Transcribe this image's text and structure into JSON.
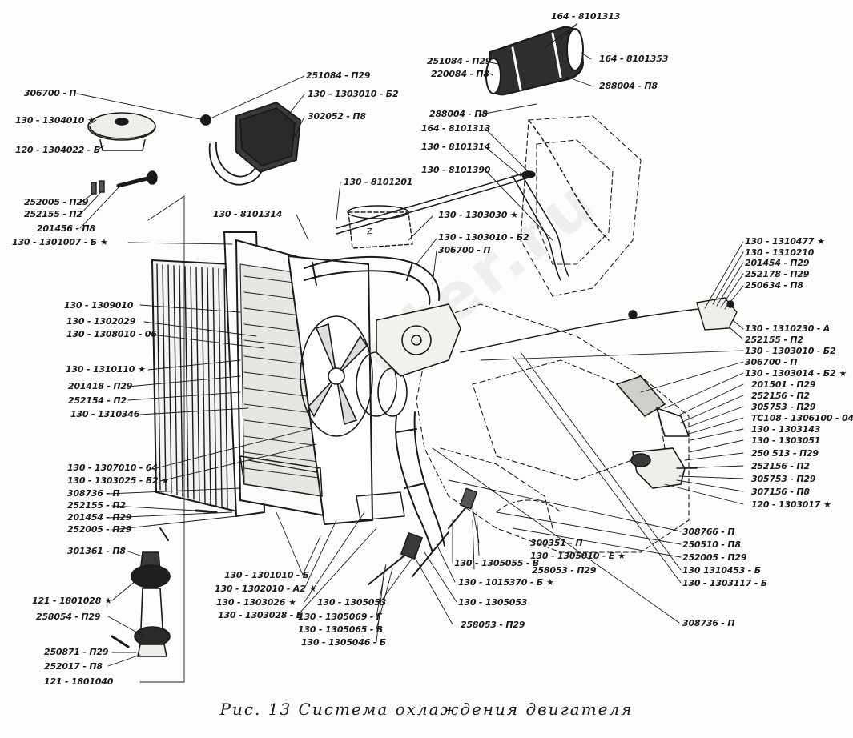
{
  "caption": "Рис. 13  Система охлаждения двигателя",
  "watermark": "zilcenter.ru",
  "colors": {
    "ink": "#1a1a1a",
    "paper": "#fdfdfb"
  },
  "labels": [
    {
      "text": "164 - 8101313",
      "star": false
    },
    {
      "text": "251084 - П29",
      "star": false
    },
    {
      "text": "220084 - П8",
      "star": false
    },
    {
      "text": "164 - 8101353",
      "star": false
    },
    {
      "text": "288004 - П8",
      "star": false
    },
    {
      "text": "306700 - П",
      "star": false
    },
    {
      "text": "251084 - П29",
      "star": false
    },
    {
      "text": "130 - 1304010",
      "star": true
    },
    {
      "text": "130 - 1303010 - Б2",
      "star": false
    },
    {
      "text": "302052 - П8",
      "star": false
    },
    {
      "text": "120 - 1304022 - Б",
      "star": false
    },
    {
      "text": "288004 - П8",
      "star": false
    },
    {
      "text": "164 - 8101313",
      "star": false
    },
    {
      "text": "130 - 8101314",
      "star": false
    },
    {
      "text": "130 - 8101390",
      "star": false
    },
    {
      "text": "130 - 8101201",
      "star": false
    },
    {
      "text": "252005 - П29",
      "star": false
    },
    {
      "text": "252155 - П2",
      "star": false
    },
    {
      "text": "201456 - П8",
      "star": false
    },
    {
      "text": "130 - 1301007 - Б",
      "star": true
    },
    {
      "text": "130 - 8101314",
      "star": false
    },
    {
      "text": "130 - 1303030",
      "star": true
    },
    {
      "text": "130 - 1303010 - Б2",
      "star": false
    },
    {
      "text": "306700 - П",
      "star": false
    },
    {
      "text": "130 - 1310477",
      "star": true
    },
    {
      "text": "130 - 1310210",
      "star": false
    },
    {
      "text": "201454 - П29",
      "star": false
    },
    {
      "text": "252178 - П29",
      "star": false
    },
    {
      "text": "250634 - П8",
      "star": false
    },
    {
      "text": "130 - 1309010",
      "star": false
    },
    {
      "text": "130 - 1302029",
      "star": false
    },
    {
      "text": "130 - 1308010 - 06",
      "star": false
    },
    {
      "text": "130 - 1310230 - А",
      "star": false
    },
    {
      "text": "252155 - П2",
      "star": false
    },
    {
      "text": "130 - 1303010 - Б2",
      "star": false
    },
    {
      "text": "306700 - П",
      "star": false
    },
    {
      "text": "130 - 1303014 - Б2",
      "star": true
    },
    {
      "text": "130 - 1310110",
      "star": true
    },
    {
      "text": "201418 - П29",
      "star": false
    },
    {
      "text": "252154 - П2",
      "star": false
    },
    {
      "text": "130 - 1310346",
      "star": false
    },
    {
      "text": "201501 - П29",
      "star": false
    },
    {
      "text": "252156 - П2",
      "star": false
    },
    {
      "text": "305753 - П29",
      "star": false
    },
    {
      "text": "ТС108 - 1306100 - 04",
      "star": false
    },
    {
      "text": "130 - 1303143",
      "star": false
    },
    {
      "text": "130 - 1303051",
      "star": false
    },
    {
      "text": "250 513 - П29",
      "star": false
    },
    {
      "text": "252156 - П2",
      "star": false
    },
    {
      "text": "305753 - П29",
      "star": false
    },
    {
      "text": "307156 - П8",
      "star": false
    },
    {
      "text": "120 - 1303017",
      "star": true
    },
    {
      "text": "130 - 1307010 - 64",
      "star": false
    },
    {
      "text": "130 - 1303025 - Б2",
      "star": true
    },
    {
      "text": "308736 - П",
      "star": false
    },
    {
      "text": "252155 - П2",
      "star": false
    },
    {
      "text": "201454 - П29",
      "star": false
    },
    {
      "text": "252005 - П29",
      "star": false
    },
    {
      "text": "301361 - П8",
      "star": false
    },
    {
      "text": "308766 - П",
      "star": false
    },
    {
      "text": "250510 - П8",
      "star": false
    },
    {
      "text": "252005 - П29",
      "star": false
    },
    {
      "text": "130  1310453 - Б",
      "star": false
    },
    {
      "text": "130 - 1303117 - Б",
      "star": false
    },
    {
      "text": "300351 - П",
      "star": false
    },
    {
      "text": "130 - 1305010 - Е",
      "star": true
    },
    {
      "text": "130 - 1305055 - В",
      "star": false
    },
    {
      "text": "130 - 1015370 - Б",
      "star": true
    },
    {
      "text": "258053 - П29",
      "star": false
    },
    {
      "text": "130 - 1301010 - Б",
      "star": false
    },
    {
      "text": "130 - 1302010 - А2",
      "star": true
    },
    {
      "text": "130 - 1303026",
      "star": true
    },
    {
      "text": "130 - 1303028 - Б",
      "star": false
    },
    {
      "text": "130 - 1305053",
      "star": false
    },
    {
      "text": "130 - 1305053",
      "star": false
    },
    {
      "text": "130 - 1305069 - Г",
      "star": false
    },
    {
      "text": "130 - 1305065 - В",
      "star": false
    },
    {
      "text": "130 - 1305046 - Б",
      "star": false
    },
    {
      "text": "258053 - П29",
      "star": false
    },
    {
      "text": "308736 - П",
      "star": false
    },
    {
      "text": "121 - 1801028",
      "star": true
    },
    {
      "text": "258054 - П29",
      "star": false
    },
    {
      "text": "250871 - П29",
      "star": false
    },
    {
      "text": "252017 - П8",
      "star": false
    },
    {
      "text": "121 - 1801040",
      "star": false
    }
  ]
}
